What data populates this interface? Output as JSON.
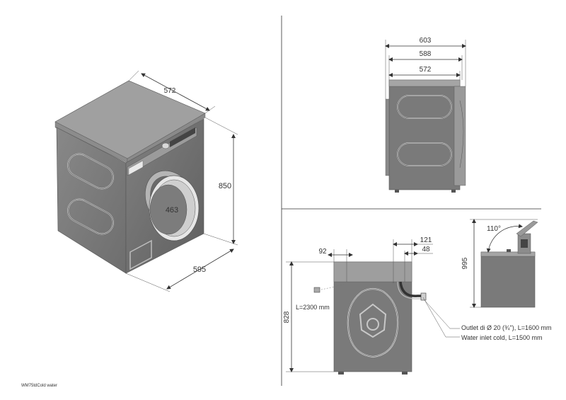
{
  "iso_view": {
    "width": "572",
    "height": "850",
    "depth": "595",
    "door": "463"
  },
  "side_view": {
    "dim_a": "603",
    "dim_b": "588",
    "dim_c": "572"
  },
  "rear_view": {
    "dim_left": "92",
    "dim_right_top": "121",
    "dim_right": "48",
    "height": "828",
    "cable": "L=2300 mm",
    "outlet_note": "Outlet di Ø 20 (¾\"), L=1600 mm",
    "inlet_note": "Water inlet cold, L=1500 mm"
  },
  "lid_view": {
    "angle": "110°",
    "height": "995"
  },
  "caption": "WM75tdCold water",
  "colors": {
    "body": "#7a7a7a",
    "top": "#9a9a9a",
    "panel_dark": "#5e5e5e",
    "line": "#333333"
  }
}
